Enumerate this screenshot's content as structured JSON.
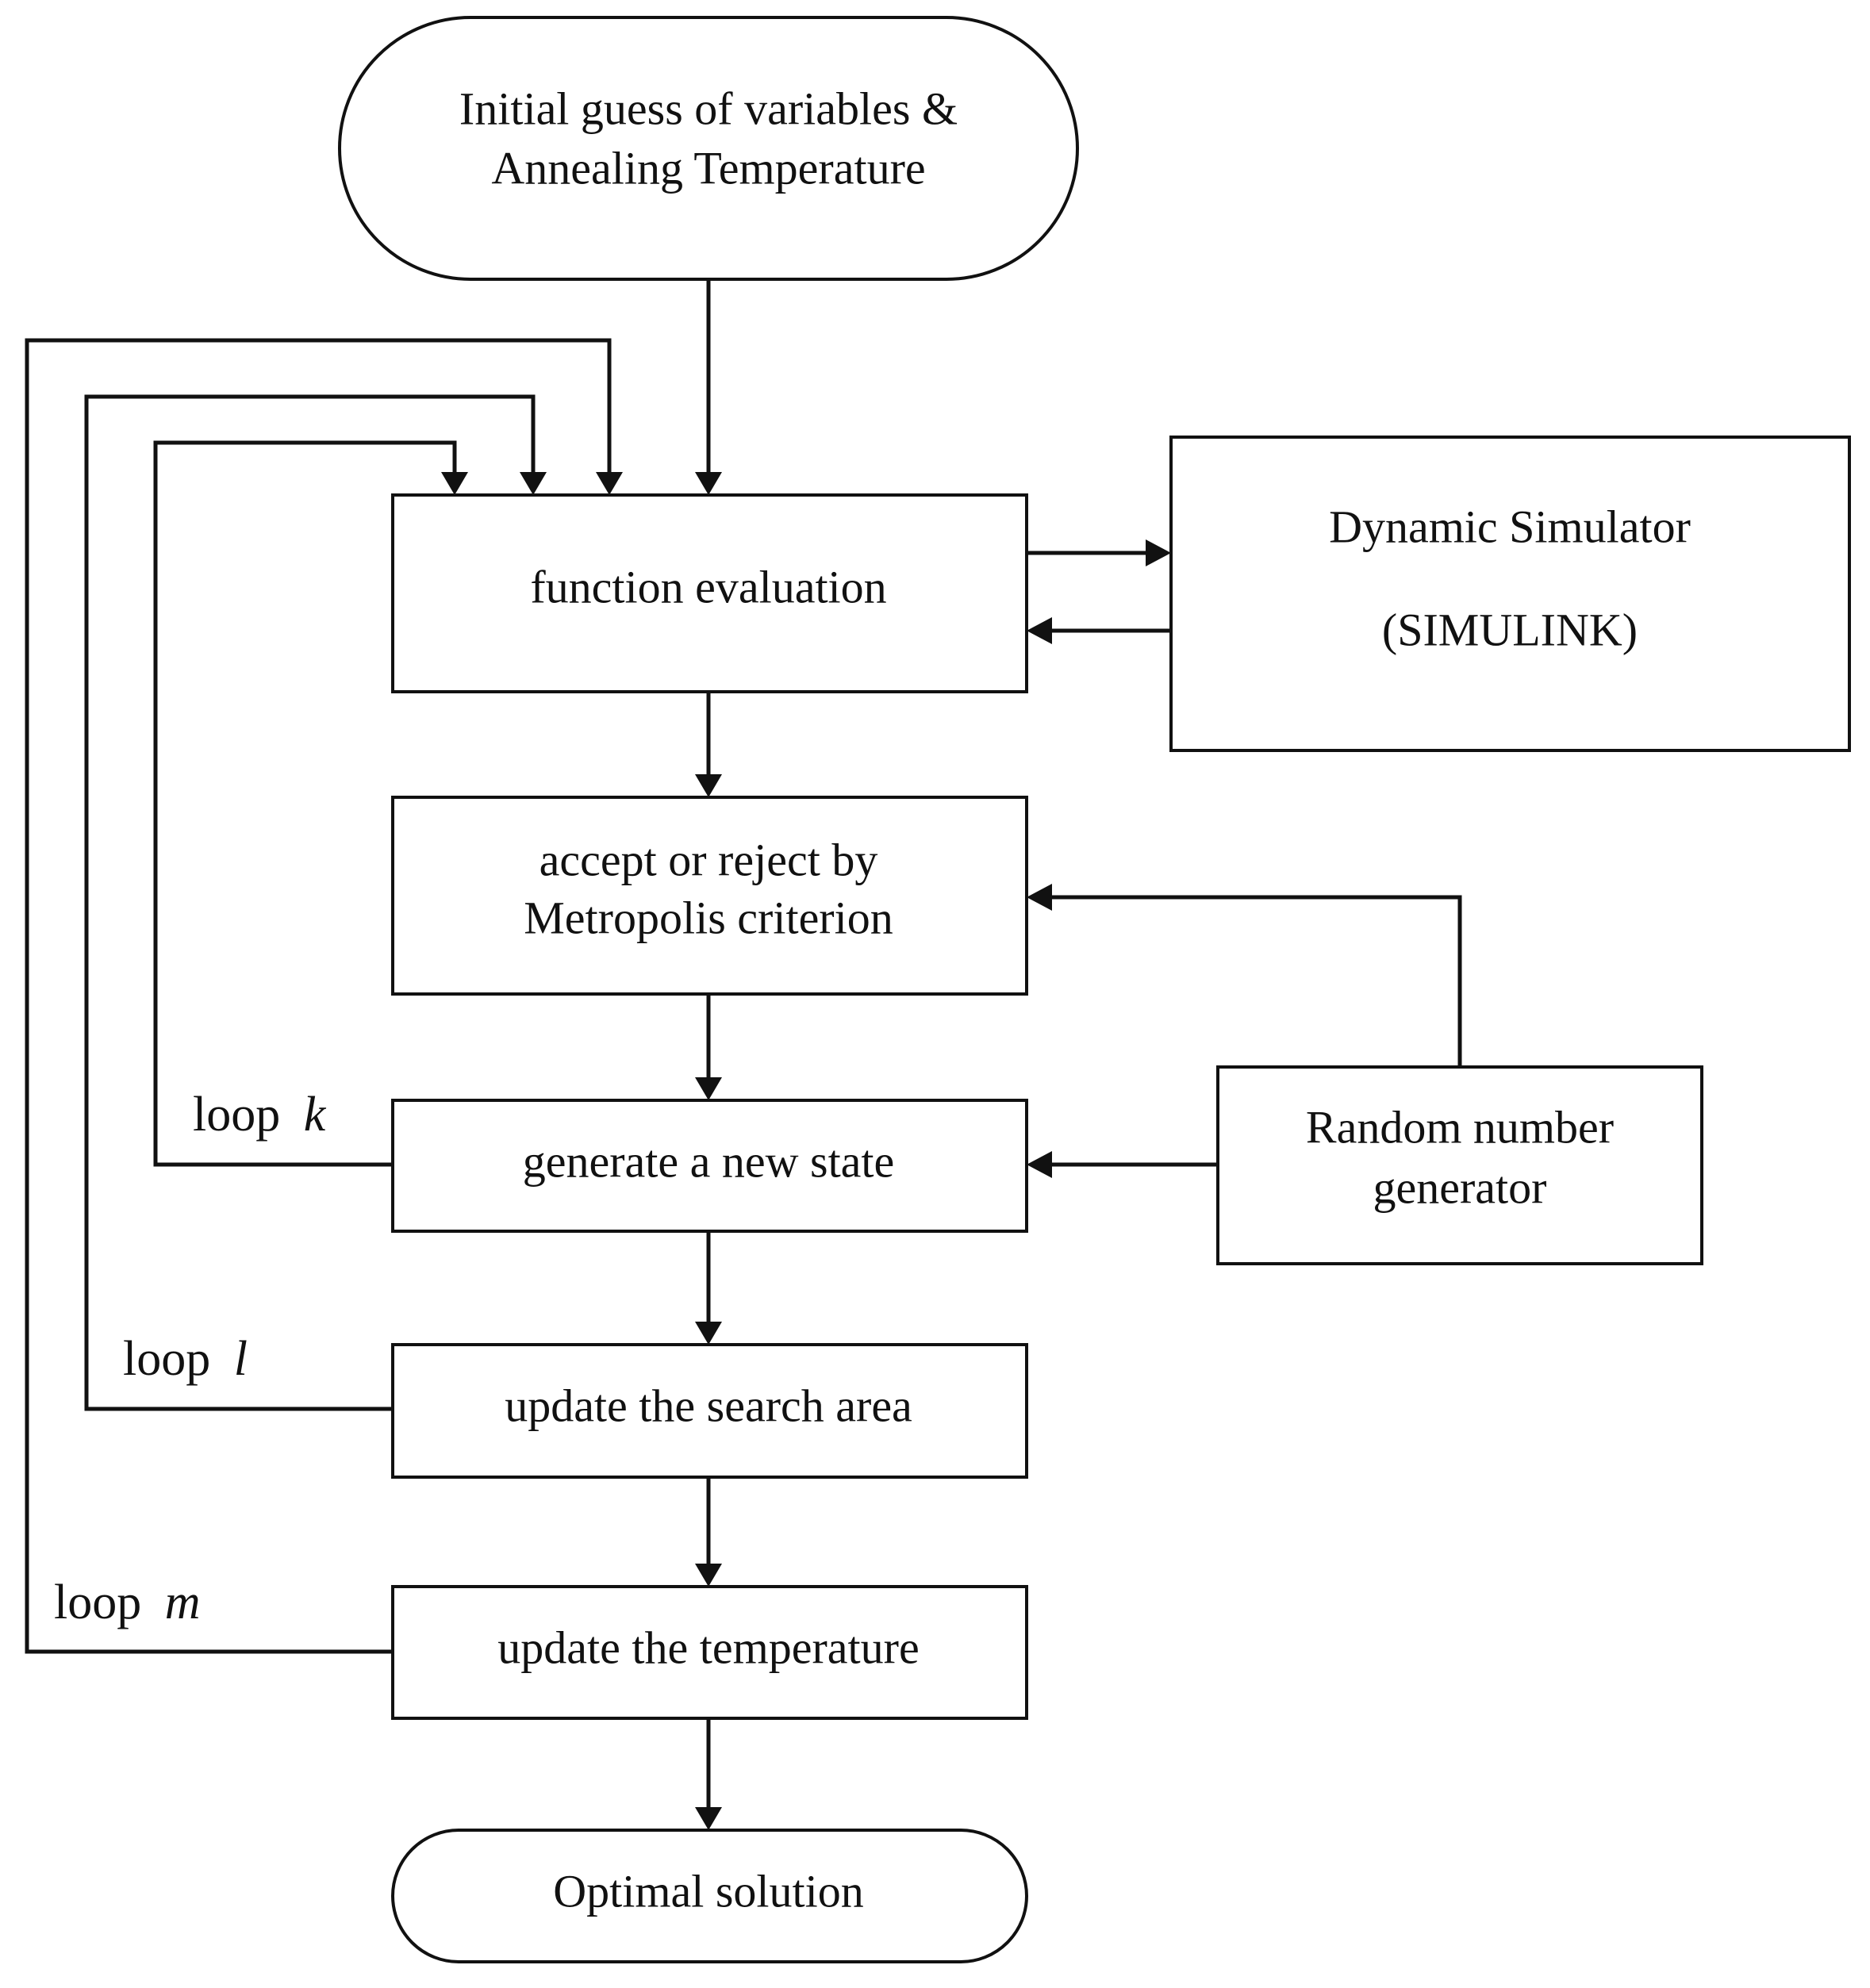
{
  "nodes": {
    "start": {
      "lines": [
        "Initial guess of variables &",
        "Annealing Temperature"
      ]
    },
    "function_evaluation": {
      "lines": [
        "function evaluation"
      ]
    },
    "dynamic_simulator": {
      "lines": [
        "Dynamic Simulator",
        "(SIMULINK)"
      ]
    },
    "metropolis": {
      "lines": [
        "accept or reject by",
        "Metropolis criterion"
      ]
    },
    "generate_state": {
      "lines": [
        "generate a new state"
      ]
    },
    "random_generator": {
      "lines": [
        "Random number",
        "generator"
      ]
    },
    "update_search": {
      "lines": [
        "update the search area"
      ]
    },
    "update_temperature": {
      "lines": [
        "update the temperature"
      ]
    },
    "end": {
      "lines": [
        "Optimal solution"
      ]
    }
  },
  "loops": {
    "k": {
      "word": "loop",
      "var": "k"
    },
    "l": {
      "word": "loop",
      "var": "l"
    },
    "m": {
      "word": "loop",
      "var": "m"
    }
  },
  "colors": {
    "line": "#111111",
    "background": "#ffffff"
  }
}
